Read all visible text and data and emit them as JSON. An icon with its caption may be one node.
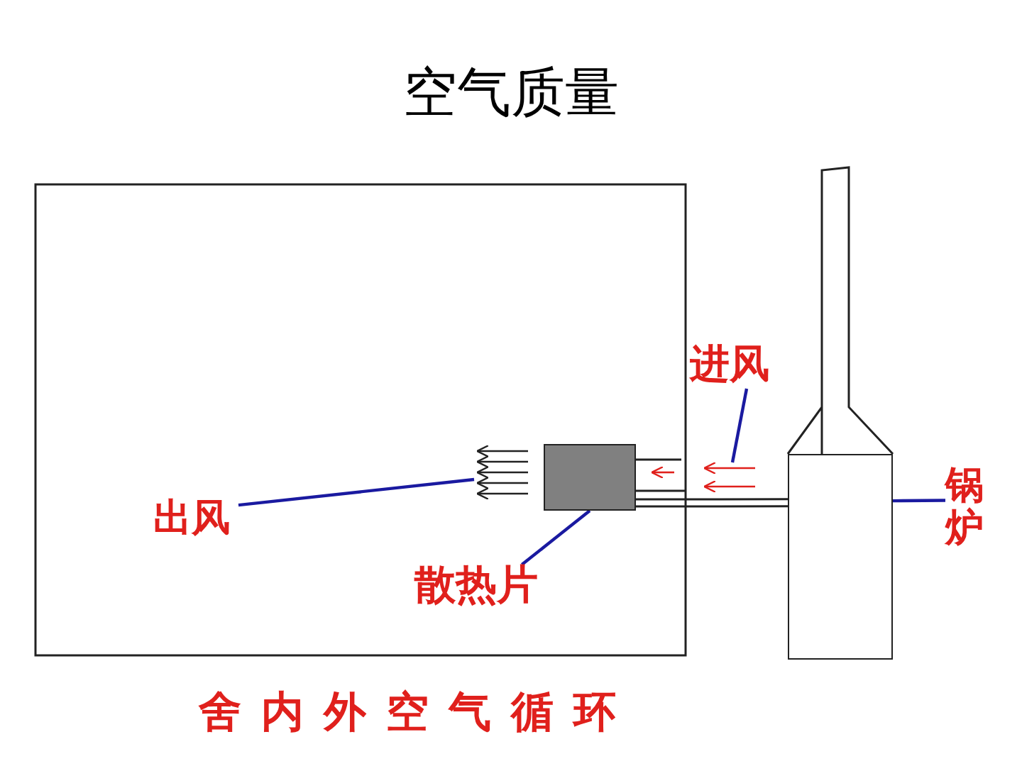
{
  "diagram": {
    "title": "空气质量",
    "caption": "舍内外空气循环",
    "nodes": [
      {
        "text": [
          "出风"
        ]
      },
      {
        "text": [
          "散热片"
        ]
      },
      {
        "text": [],
        "shape": "box"
      },
      {
        "text": [
          "进风"
        ]
      },
      {
        "text": [
          "锅炉"
        ]
      },
      {
        "text": [],
        "shape": "box"
      }
    ],
    "edges": [
      {
        "from": 0,
        "to": null,
        "arrow": "none"
      },
      {
        "from": 1,
        "to": 2,
        "arrow": "none"
      },
      {
        "from": 3,
        "to": null,
        "arrow": "none"
      },
      {
        "from": 4,
        "to": 5,
        "arrow": "none"
      },
      {
        "from": 2,
        "to": 5,
        "arrow": "none",
        "color": "#222222"
      }
    ]
  }
}
